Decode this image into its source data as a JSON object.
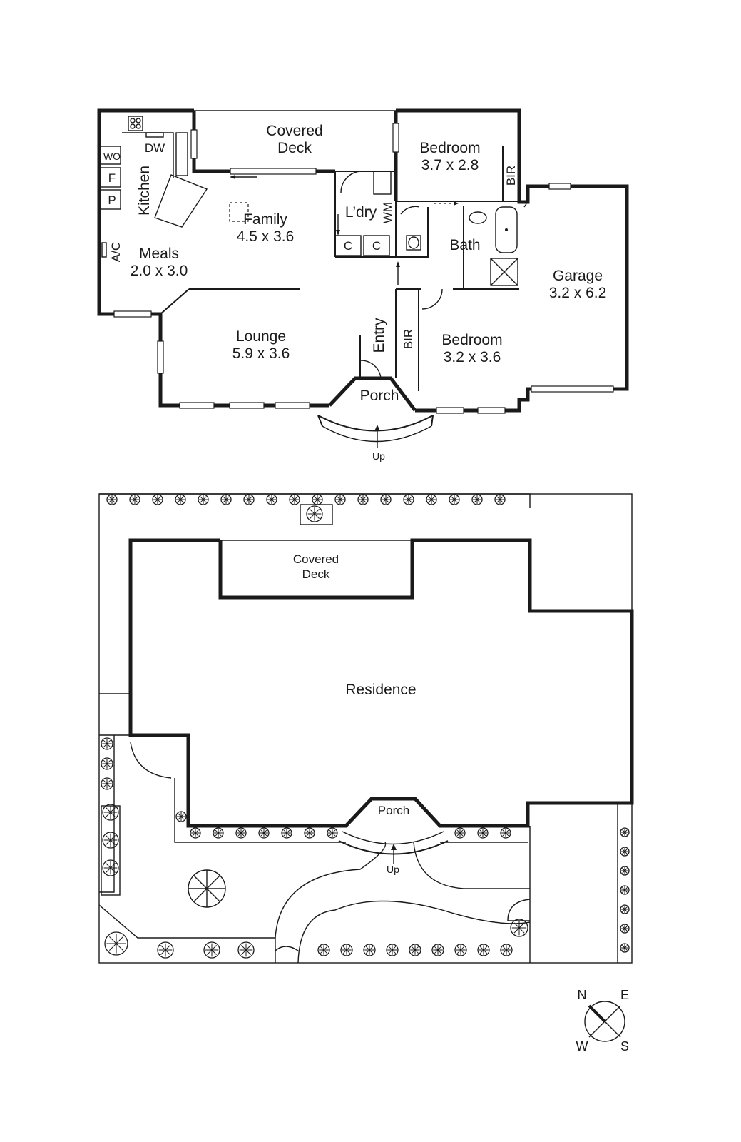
{
  "floor_plan": {
    "rooms": [
      {
        "key": "covered_deck",
        "name": "Covered\nDeck",
        "line1": "Covered",
        "line2": "Deck"
      },
      {
        "key": "bedroom1",
        "line1": "Bedroom",
        "line2": "3.7 x 2.8"
      },
      {
        "key": "kitchen",
        "line1": "Kitchen"
      },
      {
        "key": "family",
        "line1": "Family",
        "line2": "4.5 x 3.6"
      },
      {
        "key": "meals",
        "line1": "Meals",
        "line2": "2.0 x 3.0"
      },
      {
        "key": "lounge",
        "line1": "Lounge",
        "line2": "5.9 x 3.6"
      },
      {
        "key": "laundry",
        "line1": "L’dry"
      },
      {
        "key": "bath",
        "line1": "Bath"
      },
      {
        "key": "garage",
        "line1": "Garage",
        "line2": "3.2 x 6.2"
      },
      {
        "key": "bedroom2",
        "line1": "Bedroom",
        "line2": "3.2 x 3.6"
      },
      {
        "key": "entry",
        "line1": "Entry"
      },
      {
        "key": "porch",
        "line1": "Porch"
      }
    ],
    "fixtures": {
      "dw": "DW",
      "wo": "WO",
      "f": "F",
      "p": "P",
      "ac": "A/C",
      "wm": "WM",
      "c1": "C",
      "c2": "C",
      "bir1": "BIR",
      "bir2": "BIR"
    },
    "up_label": "Up"
  },
  "site_plan": {
    "covered_deck_line1": "Covered",
    "covered_deck_line2": "Deck",
    "residence": "Residence",
    "porch": "Porch",
    "up_label": "Up"
  },
  "compass": {
    "n": "N",
    "e": "E",
    "s": "S",
    "w": "W"
  }
}
